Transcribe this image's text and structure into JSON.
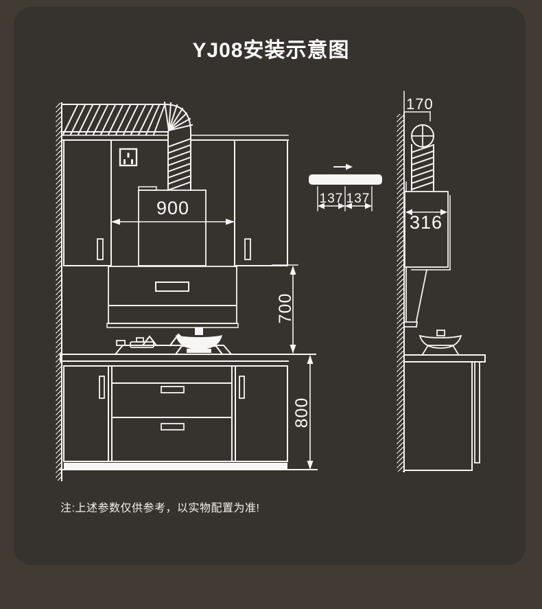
{
  "page": {
    "title": "YJ08安装示意图",
    "footnote": "注:上述参数仅供参考，以实物配置为准!"
  },
  "colors": {
    "page_bg": "#413b34",
    "panel_bg": "#36322d",
    "line": "#f7f6f4",
    "text": "#fbfbfa"
  },
  "dims": {
    "hood_width_mm": "900",
    "hood_to_counter_mm": "700",
    "counter_height_mm": "800",
    "duct_offset_mm": "170",
    "hood_depth_mm": "316",
    "bracket_left_mm": "137",
    "bracket_right_mm": "137"
  }
}
